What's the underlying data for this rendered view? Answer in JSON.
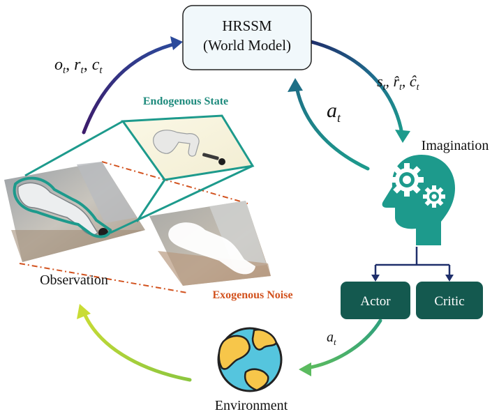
{
  "world_model": {
    "line1": "HRSSM",
    "line2": "(World Model)"
  },
  "labels": {
    "observation_vars": "o",
    "obs_sub": "t",
    "state_vars": "s",
    "action_main": "a",
    "action_env": "a",
    "imagination": "Imagination",
    "observation": "Observation",
    "environment": "Environment",
    "endogenous_state": "Endogenous State",
    "exogenous_noise": "Exogenous Noise",
    "actor": "Actor",
    "critic": "Critic"
  },
  "math_text": {
    "obs_full": "o_t, r_t, c_t",
    "state_full": "s_t, r̂_t, ĉ_t",
    "action_up": "a_t",
    "action_env": "a_t"
  },
  "colors": {
    "teal": "#1d9a8c",
    "dark_teal": "#14594f",
    "navy": "#1f2f6b",
    "purple": "#3d1c6b",
    "orange": "#d2521e",
    "lime": "#b5d334",
    "green": "#46a96a",
    "node_fill": "#f1f8fb"
  }
}
